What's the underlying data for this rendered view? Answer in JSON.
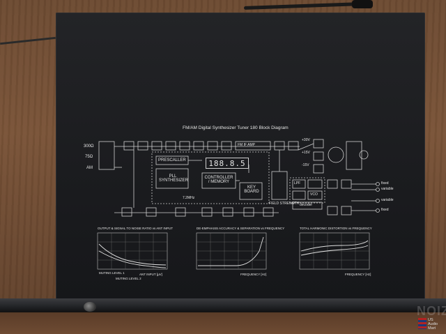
{
  "diagram": {
    "title": "FM/AM Digital Synthesizer Tuner 180 Block Diagram",
    "antenna_inputs": [
      "300Ω",
      "75Ω",
      "AM"
    ],
    "blocks": {
      "prescaller": "PRESCALLER",
      "pll": "PLL SYNTHESIZER",
      "controller": "CONTROLLER / MEMORY",
      "keyboard": "KEY BOARD",
      "display": "188.8.5",
      "crystal": "7.2MHz",
      "field_strength": "FIELD STRENGTH",
      "fm_if_amp": "FM IF AMP",
      "decoder": "decoder",
      "vco": "VCO",
      "lpf": "LPF"
    },
    "outputs": [
      "fixed",
      "variable",
      "variable",
      "fixed"
    ],
    "supply_labels": [
      "+30V",
      "+15V",
      "-15V"
    ],
    "graphs": [
      {
        "title": "OUTPUT & SIGNAL TO NOISE RATIO vs ANT INPUT",
        "x_label": "ANT INPUT [μV]",
        "side_labels": [
          "MUTING LEVEL 1",
          "MUTING LEVEL 2"
        ]
      },
      {
        "title": "DE-EMPHASIS ACCURACY & SEPARATION vs FREQUENCY",
        "x_label": "FREQUENCY [Hz]"
      },
      {
        "title": "TOTAL HARMONIC DISTORTION vs FREQUENCY",
        "x_label": "FREQUENCY [Hz]"
      }
    ]
  },
  "watermark": "NOIZ",
  "logo": {
    "line1": "US",
    "line2": "Audio",
    "line3": "Mart"
  },
  "colors": {
    "panel": "#1b1c1f",
    "ink": "#d8d8d8",
    "wood": "#6d4b32"
  }
}
